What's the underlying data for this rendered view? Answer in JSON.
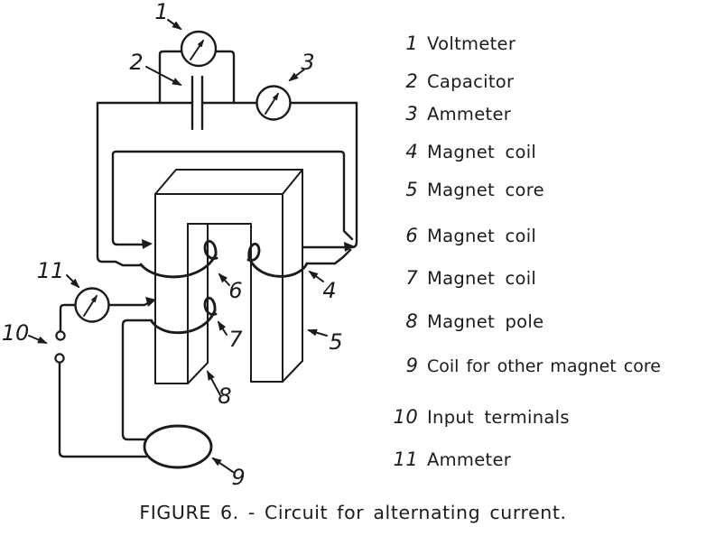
{
  "colors": {
    "ink": "#1b1b1b",
    "paper": "#ffffff"
  },
  "caption": "FIGURE 6. - Circuit for alternating current.",
  "legend": {
    "items": [
      {
        "num": "1",
        "label": "Voltmeter"
      },
      {
        "num": "2",
        "label": "Capacitor"
      },
      {
        "num": "3",
        "label": "Ammeter"
      },
      {
        "num": "4",
        "label": "Magnet coil"
      },
      {
        "num": "5",
        "label": "Magnet core"
      },
      {
        "num": "6",
        "label": "Magnet coil"
      },
      {
        "num": "7",
        "label": "Magnet coil"
      },
      {
        "num": "8",
        "label": "Magnet pole"
      },
      {
        "num": "9",
        "label": "Coil for other magnet core"
      },
      {
        "num": "10",
        "label": "Input terminals"
      },
      {
        "num": "11",
        "label": "Ammeter"
      }
    ]
  },
  "diagram": {
    "callouts": [
      "1",
      "2",
      "3",
      "4",
      "5",
      "6",
      "7",
      "8",
      "9",
      "10",
      "11"
    ]
  }
}
